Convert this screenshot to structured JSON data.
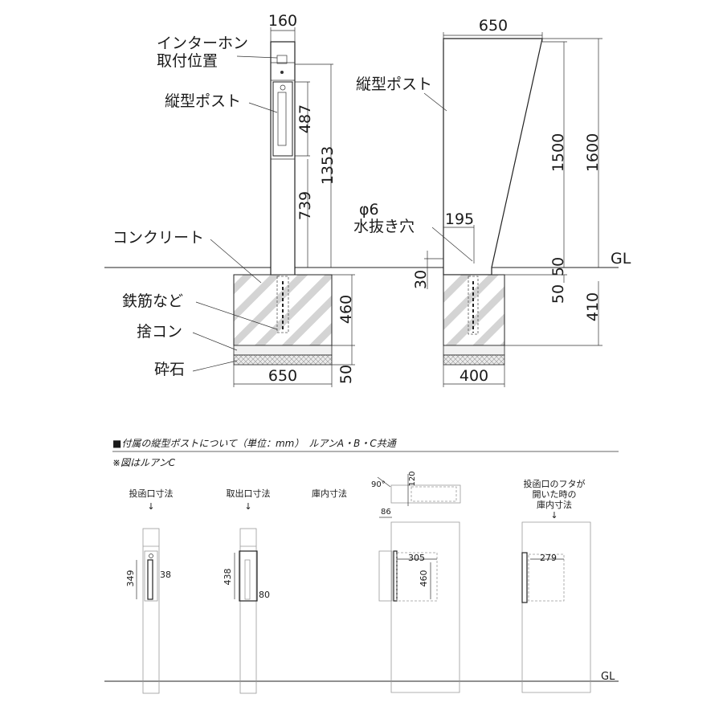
{
  "top": {
    "front": {
      "width_label": "160",
      "intercom_label_line1": "インターホン",
      "intercom_label_line2": "取付位置",
      "post_label": "縦型ポスト",
      "concrete_label": "コンクリート",
      "rebar_label": "鉄筋など",
      "blinding_label": "捨コン",
      "gravel_label": "砕石",
      "dim_487": "487",
      "dim_1353": "1353",
      "dim_739": "739",
      "dim_460": "460",
      "dim_50": "50",
      "dim_650": "650"
    },
    "side": {
      "width_label": "650",
      "post_label": "縦型ポスト",
      "drain_label_line1": "φ6",
      "drain_label_line2": "水抜き穴",
      "dim_195": "195",
      "dim_1500": "1500",
      "dim_1600": "1600",
      "dim_50_top": "50",
      "dim_30": "30",
      "dim_50_bottom": "50",
      "dim_410": "410",
      "dim_400": "400",
      "gl_label": "GL"
    }
  },
  "section": {
    "title": "■付属の縦型ポストについて（単位：mm）　ルアンA・B・C共通",
    "note": "※図はルアンC",
    "views": [
      {
        "label": "投函口寸法",
        "dim_a": "349",
        "dim_b": "38"
      },
      {
        "label": "取出口寸法",
        "dim_a": "438",
        "dim_b": "80"
      },
      {
        "label": "庫内寸法",
        "dim_angle": "90°",
        "dim_120": "120",
        "dim_86": "86",
        "dim_305": "305",
        "dim_460": "460"
      },
      {
        "label_line1": "投函口のフタが",
        "label_line2": "開いた時の",
        "label_line3": "庫内寸法",
        "dim_279": "279"
      }
    ],
    "gl_label": "GL"
  }
}
